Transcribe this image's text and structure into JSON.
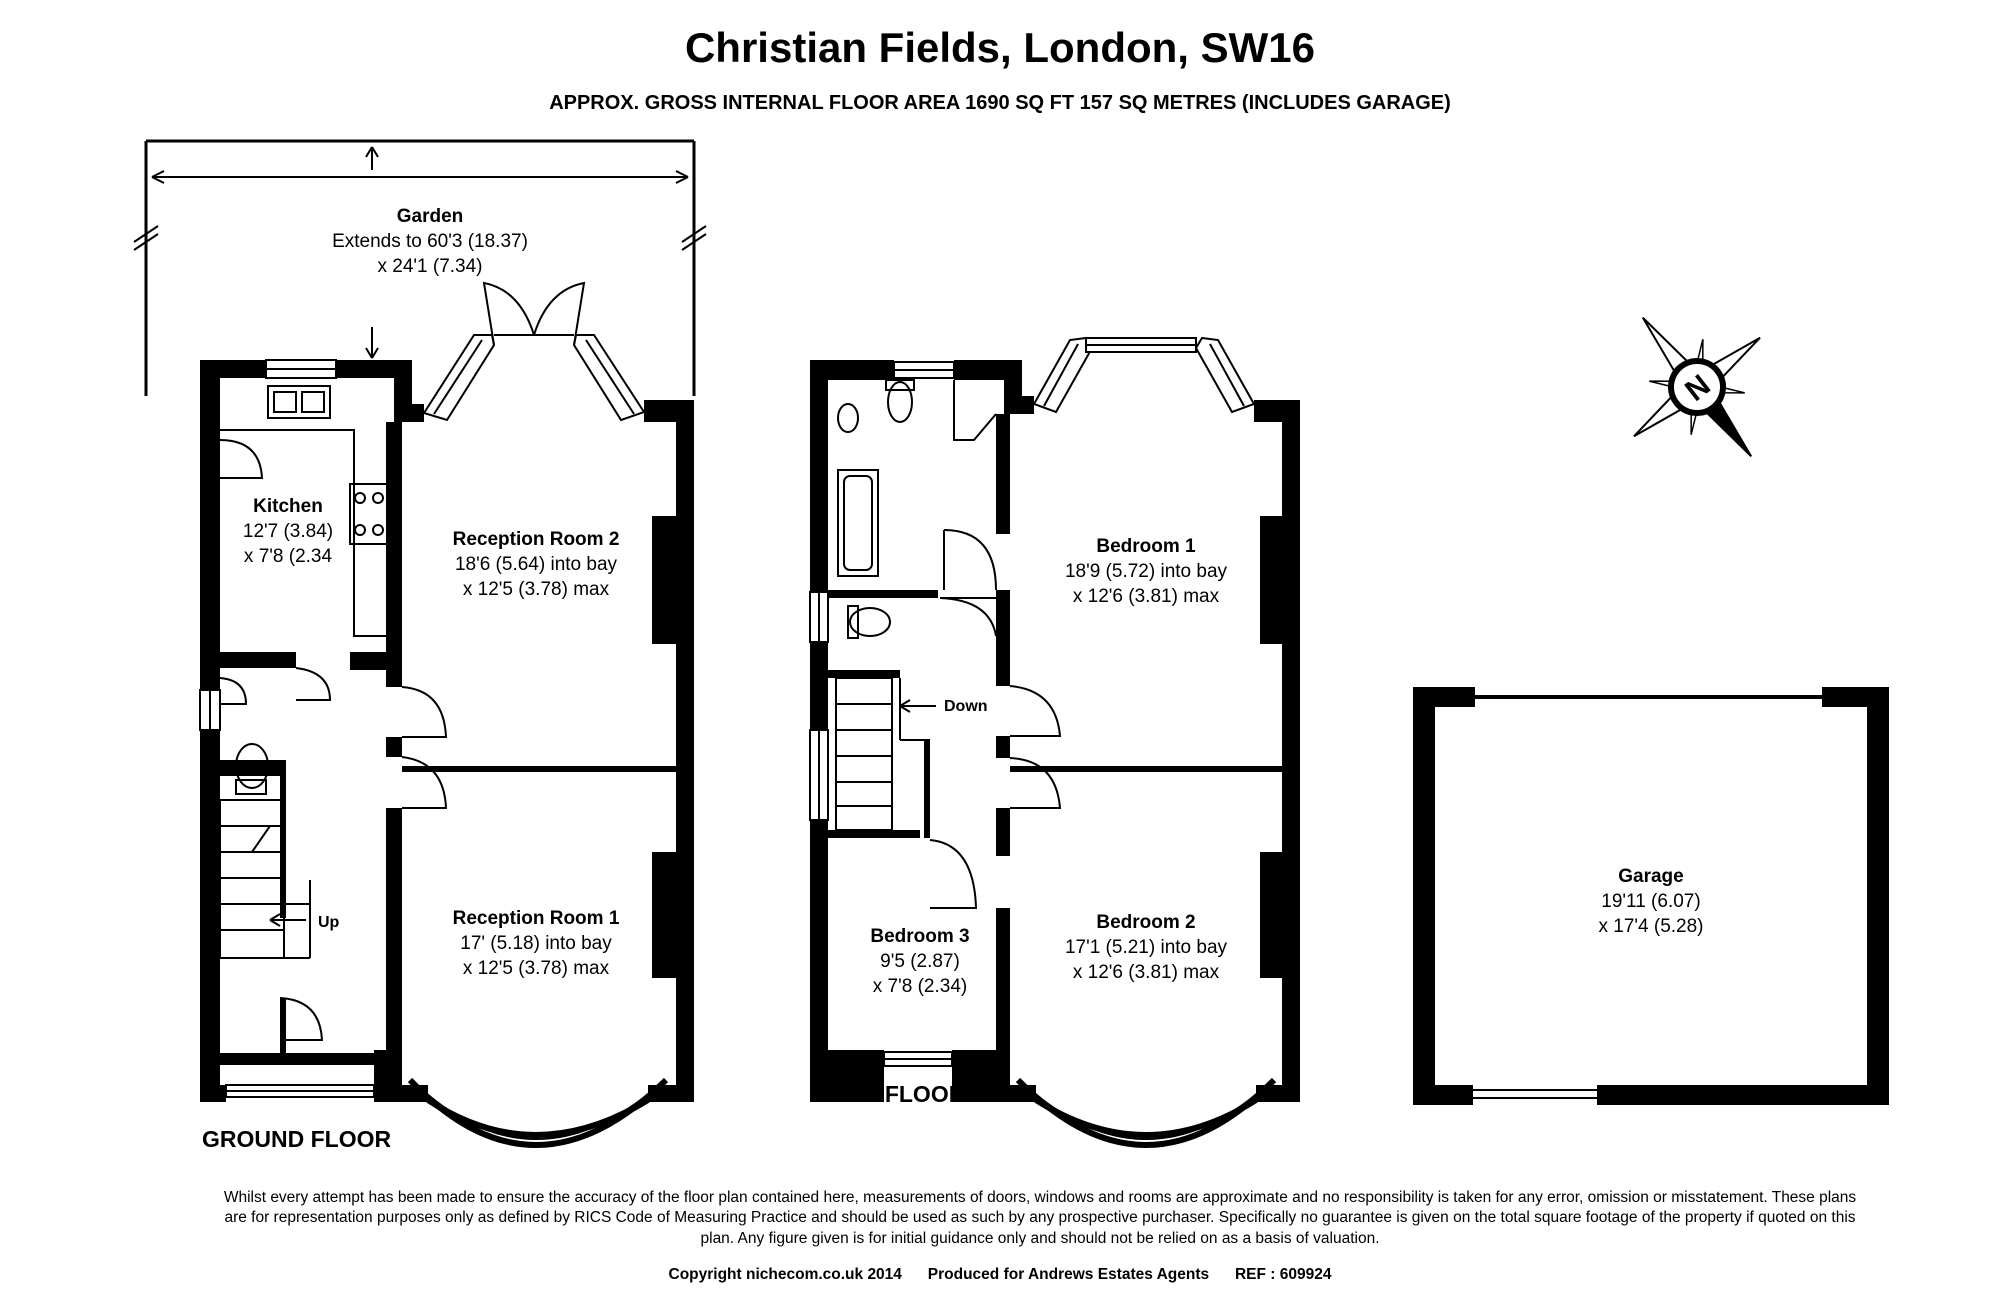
{
  "header": {
    "title": "Christian Fields, London, SW16",
    "subtitle": "APPROX. GROSS INTERNAL FLOOR AREA 1690 SQ FT 157 SQ METRES (INCLUDES GARAGE)"
  },
  "floors": {
    "ground": "GROUND FLOOR",
    "first": "FIRST FLOOR"
  },
  "rooms": {
    "garden": {
      "name": "Garden",
      "line1": "Extends to 60'3 (18.37)",
      "line2": "x 24'1 (7.34)"
    },
    "kitchen": {
      "name": "Kitchen",
      "line1": "12'7 (3.84)",
      "line2": "x 7'8 (2.34"
    },
    "reception2": {
      "name": "Reception Room 2",
      "line1": "18'6 (5.64) into bay",
      "line2": "x 12'5 (3.78) max"
    },
    "reception1": {
      "name": "Reception Room 1",
      "line1": "17' (5.18) into bay",
      "line2": "x 12'5 (3.78) max"
    },
    "bedroom1": {
      "name": "Bedroom 1",
      "line1": "18'9 (5.72) into bay",
      "line2": "x 12'6 (3.81) max"
    },
    "bedroom2": {
      "name": "Bedroom 2",
      "line1": "17'1 (5.21) into bay",
      "line2": "x 12'6 (3.81) max"
    },
    "bedroom3": {
      "name": "Bedroom 3",
      "line1": "9'5 (2.87)",
      "line2": "x 7'8 (2.34)"
    },
    "garage": {
      "name": "Garage",
      "line1": "19'11 (6.07)",
      "line2": "x 17'4 (5.28)"
    }
  },
  "stairs": {
    "up": "Up",
    "down": "Down"
  },
  "compass": {
    "letter": "N"
  },
  "footer": {
    "disclaimer": "Whilst every attempt has been made to ensure the accuracy of the floor plan contained here, measurements of doors, windows and rooms are approximate and no responsibility is taken for any error, omission or misstatement. These plans are for representation purposes only as defined by RICS Code of Measuring Practice and should be used as such by any prospective purchaser. Specifically no guarantee is given on the total square footage of the property if quoted on this plan. Any figure given is for initial guidance only and should not be relied on as a basis of valuation.",
    "copyright": "Copyright nichecom.co.uk 2014",
    "produced_for": "Produced for Andrews Estates Agents",
    "ref": "REF : 609924"
  },
  "colors": {
    "wall": "#000000",
    "background": "#ffffff"
  }
}
